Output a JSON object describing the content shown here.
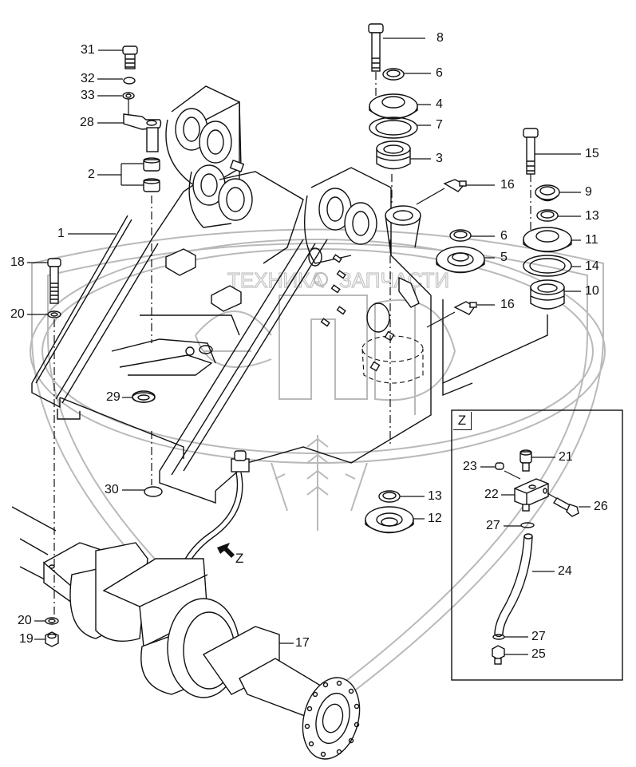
{
  "diagram": {
    "type": "exploded-parts-view",
    "subject": "front frame / axle mounting assembly",
    "watermark": {
      "text_left": "ТЕХНИКА",
      "text_right": "ЗАПЧАСТИ",
      "logo_letters": "ЭПФ"
    },
    "view_label": "Z",
    "view_arrow_label": "Z"
  },
  "callouts": [
    {
      "id": "31",
      "label": "31"
    },
    {
      "id": "32",
      "label": "32"
    },
    {
      "id": "33",
      "label": "33"
    },
    {
      "id": "28",
      "label": "28"
    },
    {
      "id": "2",
      "label": "2"
    },
    {
      "id": "1",
      "label": "1"
    },
    {
      "id": "18",
      "label": "18"
    },
    {
      "id": "20a",
      "label": "20"
    },
    {
      "id": "29",
      "label": "29"
    },
    {
      "id": "30",
      "label": "30"
    },
    {
      "id": "20b",
      "label": "20"
    },
    {
      "id": "19",
      "label": "19"
    },
    {
      "id": "8",
      "label": "8"
    },
    {
      "id": "6a",
      "label": "6"
    },
    {
      "id": "4",
      "label": "4"
    },
    {
      "id": "7",
      "label": "7"
    },
    {
      "id": "3",
      "label": "3"
    },
    {
      "id": "16a",
      "label": "16"
    },
    {
      "id": "6b",
      "label": "6"
    },
    {
      "id": "5",
      "label": "5"
    },
    {
      "id": "16b",
      "label": "16"
    },
    {
      "id": "15",
      "label": "15"
    },
    {
      "id": "9",
      "label": "9"
    },
    {
      "id": "13a",
      "label": "13"
    },
    {
      "id": "11",
      "label": "11"
    },
    {
      "id": "14",
      "label": "14"
    },
    {
      "id": "10",
      "label": "10"
    },
    {
      "id": "13b",
      "label": "13"
    },
    {
      "id": "12",
      "label": "12"
    },
    {
      "id": "17",
      "label": "17"
    },
    {
      "id": "21",
      "label": "21"
    },
    {
      "id": "23",
      "label": "23"
    },
    {
      "id": "22",
      "label": "22"
    },
    {
      "id": "26",
      "label": "26"
    },
    {
      "id": "27a",
      "label": "27"
    },
    {
      "id": "24",
      "label": "24"
    },
    {
      "id": "27b",
      "label": "27"
    },
    {
      "id": "25",
      "label": "25"
    }
  ]
}
